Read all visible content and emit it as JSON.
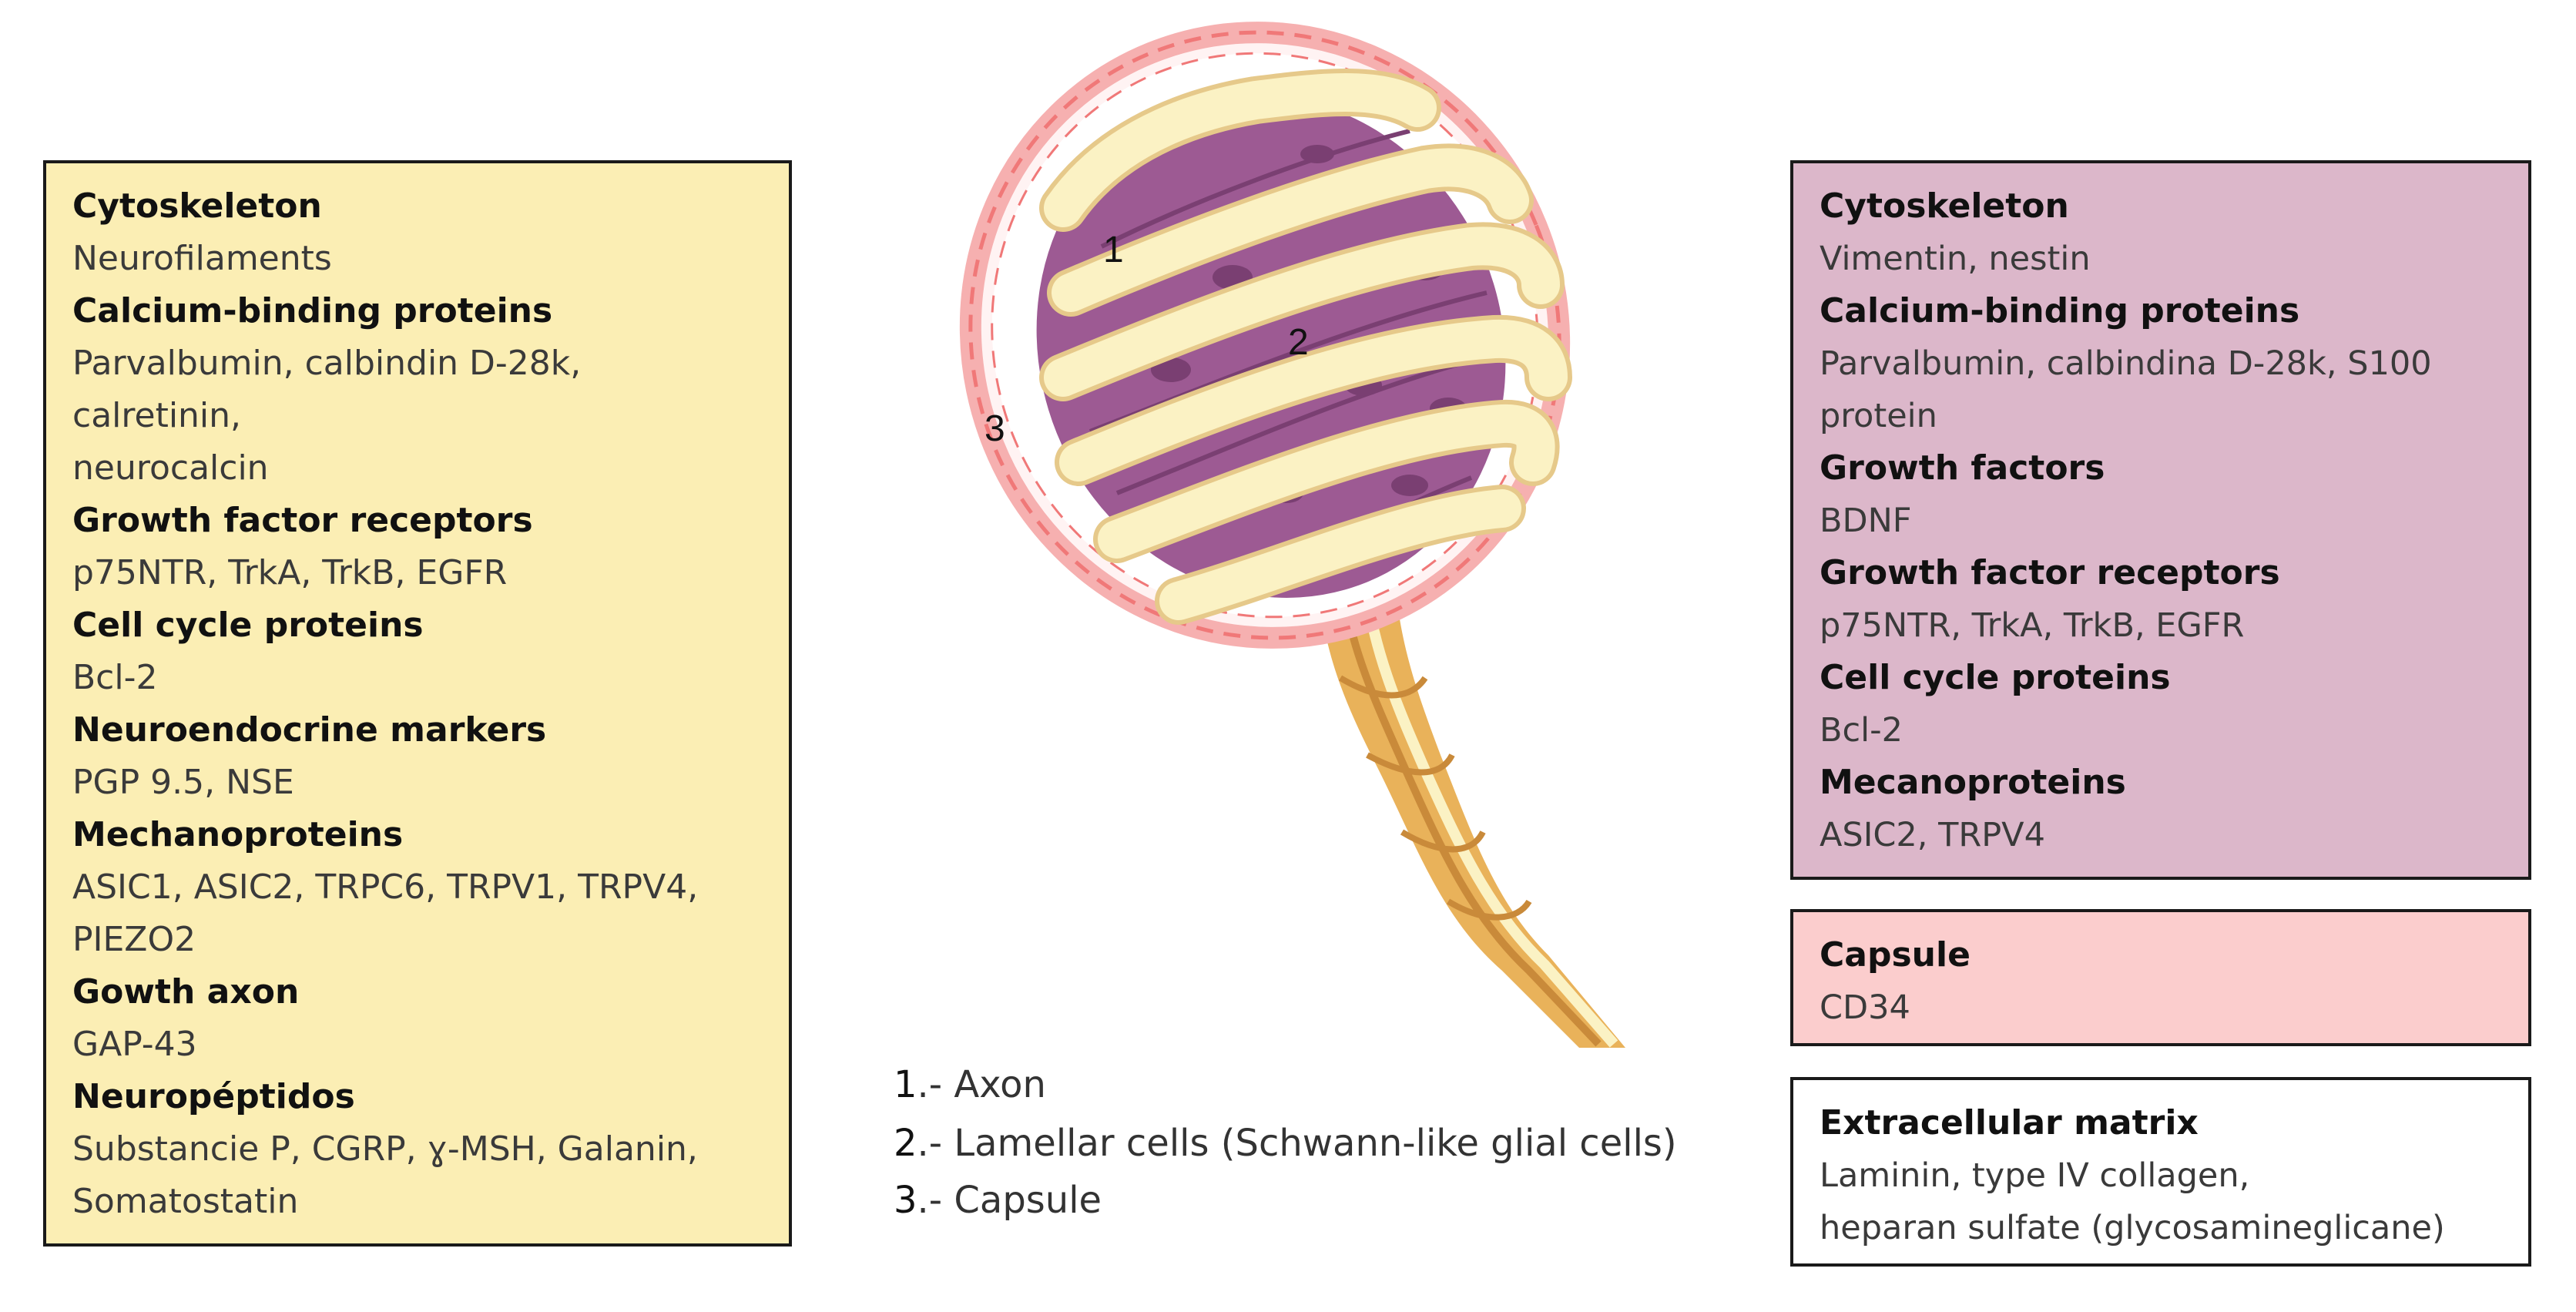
{
  "left_panel": {
    "sections": [
      {
        "title": "Cytoskeleton",
        "lines": [
          "Neurofilaments"
        ]
      },
      {
        "title": "Calcium-binding proteins",
        "lines": [
          "Parvalbumin, calbindin D-28k,",
          "calretinin,",
          "neurocalcin"
        ]
      },
      {
        "title": "Growth factor receptors",
        "lines": [
          "p75NTR, TrkA, TrkB, EGFR"
        ]
      },
      {
        "title": "Cell cycle proteins",
        "lines": [
          "Bcl-2"
        ]
      },
      {
        "title": "Neuroendocrine markers",
        "lines": [
          "PGP 9.5, NSE"
        ]
      },
      {
        "title": "Mechanoproteins",
        "lines": [
          "ASIC1, ASIC2, TRPC6, TRPV1, TRPV4,",
          "PIEZO2"
        ]
      },
      {
        "title": "Gowth axon",
        "lines": [
          "GAP-43"
        ]
      },
      {
        "title": "Neuropéptidos",
        "lines": [
          "Substancie P, CGRP, ɣ-MSH, Galanin,",
          "Somatostatin"
        ]
      }
    ]
  },
  "right_panel": {
    "sections": [
      {
        "title": "Cytoskeleton",
        "lines": [
          "Vimentin, nestin"
        ]
      },
      {
        "title": "Calcium-binding proteins",
        "lines": [
          "Parvalbumin, calbindina D-28k, S100",
          "protein"
        ]
      },
      {
        "title": "Growth factors",
        "lines": [
          "BDNF"
        ]
      },
      {
        "title": "Growth factor receptors",
        "lines": [
          "p75NTR, TrkA, TrkB, EGFR"
        ]
      },
      {
        "title": "Cell cycle proteins",
        "lines": [
          "Bcl-2"
        ]
      },
      {
        "title": "Mecanoproteins",
        "lines": [
          "ASIC2, TRPV4"
        ]
      }
    ]
  },
  "capsule_panel": {
    "title": "Capsule",
    "lines": [
      "CD34"
    ]
  },
  "ecm_panel": {
    "title": "Extracellular matrix",
    "lines": [
      "Laminin, type IV collagen,",
      "heparan sulfate (glycosamineglicane)"
    ]
  },
  "diagram": {
    "markers": [
      "1",
      "2",
      "3"
    ],
    "colors": {
      "lamellar": "#9d5a93",
      "lamellar_dark": "#7a3f72",
      "axon": "#fbf2c4",
      "axon_outline": "#e6c98a",
      "capsule": "#f07878",
      "stalk": "#e9b25a",
      "stalk_dark": "#c98a3a"
    }
  },
  "legend": [
    {
      "num": "1",
      "text": ".- Axon"
    },
    {
      "num": "2",
      "text": ".- Lamellar cells (Schwann-like glial cells)"
    },
    {
      "num": "3",
      "text": ".- Capsule"
    }
  ]
}
